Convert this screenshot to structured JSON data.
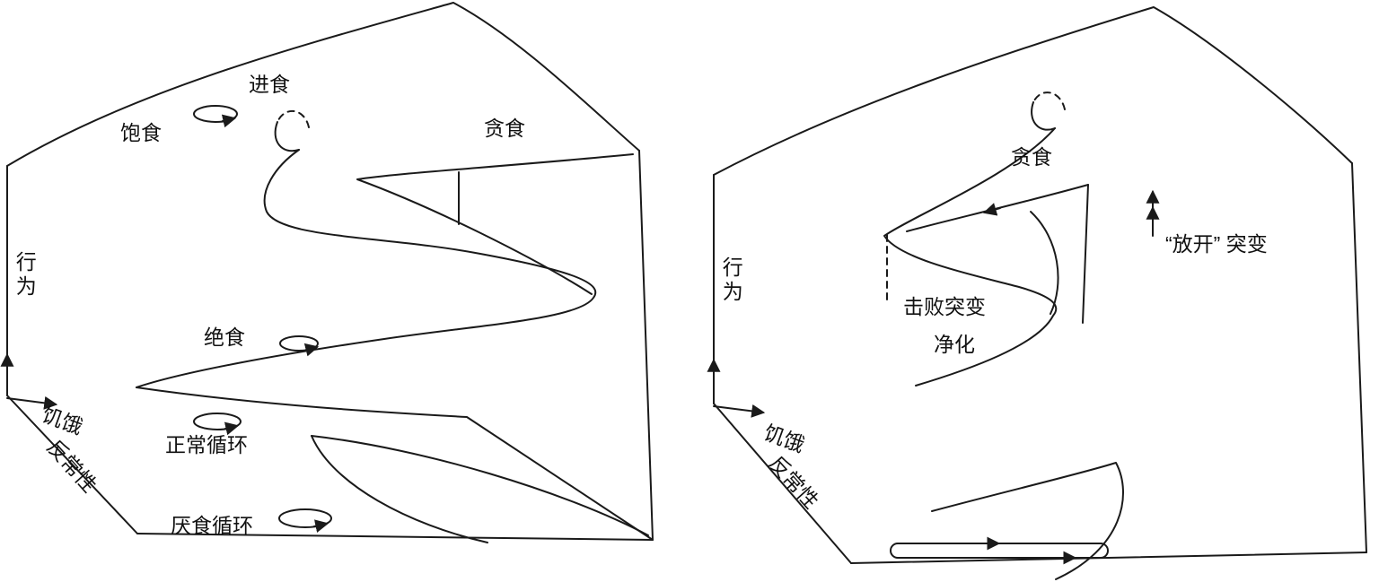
{
  "figure": {
    "colors": {
      "ink": "#1a1a1a",
      "background": "#ffffff"
    },
    "left": {
      "labels": {
        "eating": "进食",
        "satiation": "饱食",
        "bingeing": "贪食",
        "behavior": "行为",
        "fasting": "绝食",
        "hunger": "饥饿",
        "abnormality": "反常性",
        "normal_cycle": "正常循环",
        "anorexic_cycle": "厌食循环"
      }
    },
    "right": {
      "labels": {
        "bingeing": "贪食",
        "release_catastrophe": "“放开” 突变",
        "behavior": "行为",
        "defeat_catastrophe": "击败突变",
        "purging": "净化",
        "hunger": "饥饿",
        "abnormality": "反常性"
      }
    }
  }
}
